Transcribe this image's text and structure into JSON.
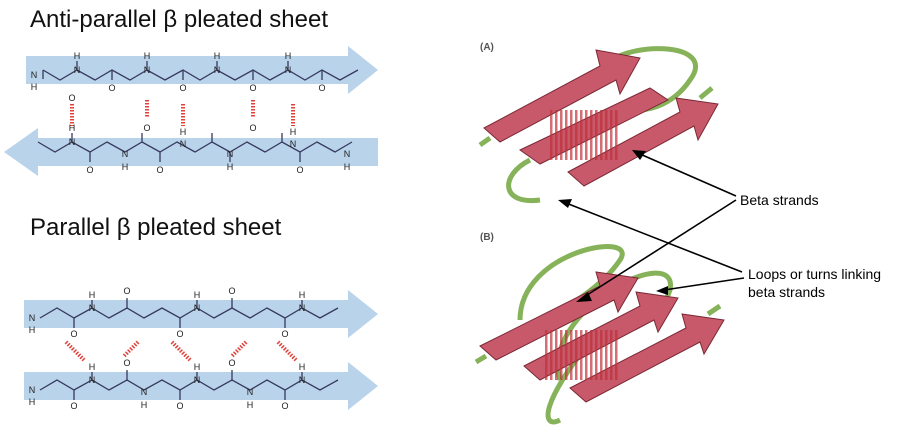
{
  "titles": {
    "antiparallel": "Anti-parallel β pleated sheet",
    "parallel": "Parallel β pleated sheet"
  },
  "panels": {
    "a": "(A)",
    "b": "(B)"
  },
  "annotations": {
    "beta_strands": "Beta strands",
    "loops_line1": "Loops or turns linking",
    "loops_line2": "beta strands"
  },
  "atoms": {
    "H": "H",
    "N": "N",
    "O": "O"
  },
  "colors": {
    "arrow_fill": "#b9d3ea",
    "bond": "#36395e",
    "hbond": "#e0413a",
    "strand": "#c8596a",
    "loop": "#86b25a"
  }
}
